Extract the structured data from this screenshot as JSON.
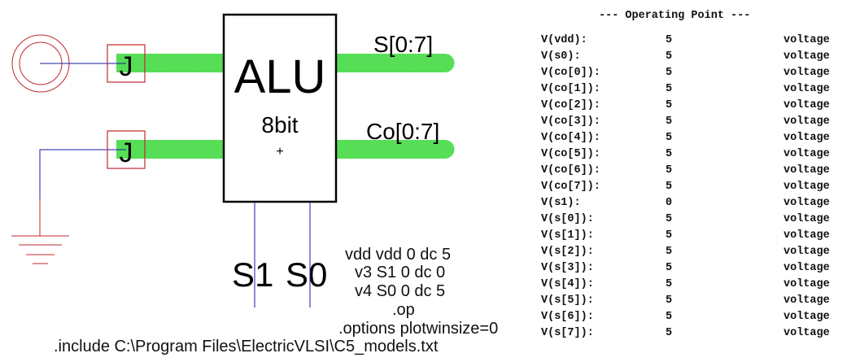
{
  "schematic": {
    "component": {
      "name": "ALU",
      "subtitle": "8bit",
      "center_mark": "+"
    },
    "bus_labels": {
      "sum": "S[0:7]",
      "carry": "Co[0:7]"
    },
    "pin_labels": {
      "s1": "S1",
      "s0": "S0"
    },
    "export_glyphs": {
      "top": "J",
      "bottom": "J"
    },
    "colors": {
      "bus": "#44dd44",
      "wire": "#1a1aa0",
      "symbol": "#c0282d",
      "outline": "#000000"
    }
  },
  "netlist": [
    "vdd vdd 0 dc 5",
    "v3 S1 0 dc 0",
    "v4 S0 0 dc 5",
    ".op",
    ".options plotwinsize=0",
    ".include C:\\Program Files\\ElectricVLSI\\C5_models.txt"
  ],
  "operating_point": {
    "title": "--- Operating Point ---",
    "rows": [
      {
        "name": "V(vdd):",
        "value": "5",
        "unit": "voltage"
      },
      {
        "name": "V(s0):",
        "value": "5",
        "unit": "voltage"
      },
      {
        "name": "V(co[0]):",
        "value": "5",
        "unit": "voltage"
      },
      {
        "name": "V(co[1]):",
        "value": "5",
        "unit": "voltage"
      },
      {
        "name": "V(co[2]):",
        "value": "5",
        "unit": "voltage"
      },
      {
        "name": "V(co[3]):",
        "value": "5",
        "unit": "voltage"
      },
      {
        "name": "V(co[4]):",
        "value": "5",
        "unit": "voltage"
      },
      {
        "name": "V(co[5]):",
        "value": "5",
        "unit": "voltage"
      },
      {
        "name": "V(co[6]):",
        "value": "5",
        "unit": "voltage"
      },
      {
        "name": "V(co[7]):",
        "value": "5",
        "unit": "voltage"
      },
      {
        "name": "V(s1):",
        "value": "0",
        "unit": "voltage"
      },
      {
        "name": "V(s[0]):",
        "value": "5",
        "unit": "voltage"
      },
      {
        "name": "V(s[1]):",
        "value": "5",
        "unit": "voltage"
      },
      {
        "name": "V(s[2]):",
        "value": "5",
        "unit": "voltage"
      },
      {
        "name": "V(s[3]):",
        "value": "5",
        "unit": "voltage"
      },
      {
        "name": "V(s[4]):",
        "value": "5",
        "unit": "voltage"
      },
      {
        "name": "V(s[5]):",
        "value": "5",
        "unit": "voltage"
      },
      {
        "name": "V(s[6]):",
        "value": "5",
        "unit": "voltage"
      },
      {
        "name": "V(s[7]):",
        "value": "5",
        "unit": "voltage"
      }
    ]
  }
}
